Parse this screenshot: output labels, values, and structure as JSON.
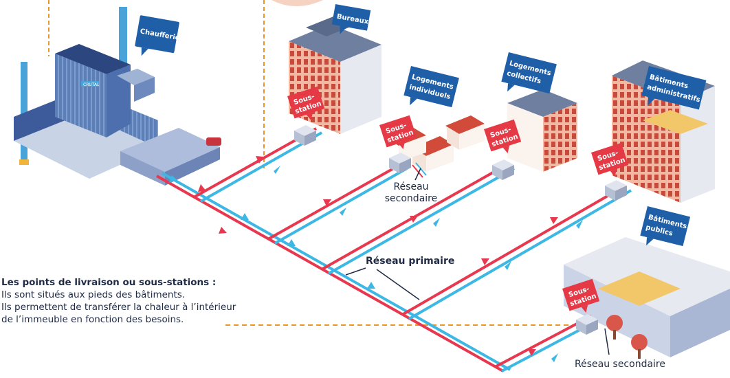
{
  "labels": {
    "chaufferie": "Chaufferie",
    "bureaux": "Bureaux",
    "logements_individuels": [
      "Logements",
      "individuels"
    ],
    "logements_collectifs": [
      "Logements",
      "collectifs"
    ],
    "batiments_administratifs": [
      "Bâtiments",
      "administratifs"
    ],
    "batiments_publics": [
      "Bâtiments",
      "publics"
    ],
    "sous_station": [
      "Sous-",
      "station"
    ],
    "chimney_text": "CRUTAL"
  },
  "network": {
    "reseau_primaire": "Réseau primaire",
    "reseau_secondaire_1": "Réseau",
    "reseau_secondaire_2": "secondaire",
    "reseau_secondaire_bottom": "Réseau secondaire"
  },
  "note": {
    "title": "Les points de livraison ou sous-stations :",
    "line1": "Ils sont situés aux pieds des bâtiments.",
    "line2": "Ils permettent de transférer la chaleur à l’intérieur",
    "line3": "de l’immeuble en fonction des besoins."
  },
  "colors": {
    "hot_pipe": "#e8384f",
    "cold_pipe": "#3db7e4",
    "label_blue": "#1e5fa8",
    "label_red": "#e63946",
    "dashed_orange": "#e8962e"
  }
}
